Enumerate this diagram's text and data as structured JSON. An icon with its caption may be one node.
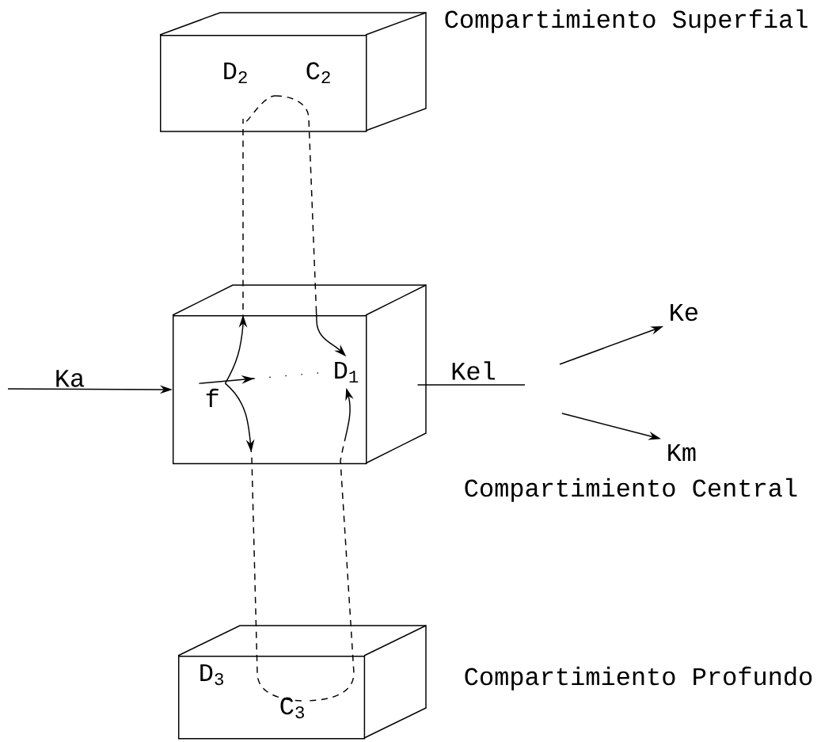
{
  "diagram": {
    "nodes": [
      {
        "text": [
          "D$_{2}$",
          "C$_{2}$"
        ]
      },
      {
        "text": [],
        "shape": "box"
      },
      {
        "text": [
          "f"
        ],
        "in": 1
      },
      {
        "text": [
          "D$_{1}$"
        ],
        "in": 1
      },
      {
        "text": [
          "D$_{3}$",
          "C$_{3}$"
        ]
      },
      {
        "text": [
          "Ke"
        ]
      },
      {
        "text": [
          "Km"
        ]
      }
    ],
    "edges": [
      {
        "from": null,
        "to": 1,
        "arrow": "to",
        "label": "Ka"
      },
      {
        "from": 2,
        "to": 3,
        "arrow": "to",
        "style": "dashed"
      },
      {
        "from": 2,
        "to": 0,
        "arrow": "to",
        "style": "dashed"
      },
      {
        "from": 0,
        "to": 3,
        "arrow": "to",
        "style": "dashed"
      },
      {
        "from": 2,
        "to": 4,
        "arrow": "to",
        "style": "dashed"
      },
      {
        "from": 4,
        "to": 3,
        "arrow": "to",
        "style": "dashed"
      },
      {
        "from": 1,
        "to": null,
        "arrow": "none",
        "label": "Kel"
      },
      {
        "from": null,
        "to": 5,
        "arrow": "to"
      },
      {
        "from": null,
        "to": 6,
        "arrow": "to"
      }
    ],
    "labels": [
      "Compartimiento Superfial",
      "Compartimiento Central",
      "Compartimiento Profundo"
    ]
  }
}
